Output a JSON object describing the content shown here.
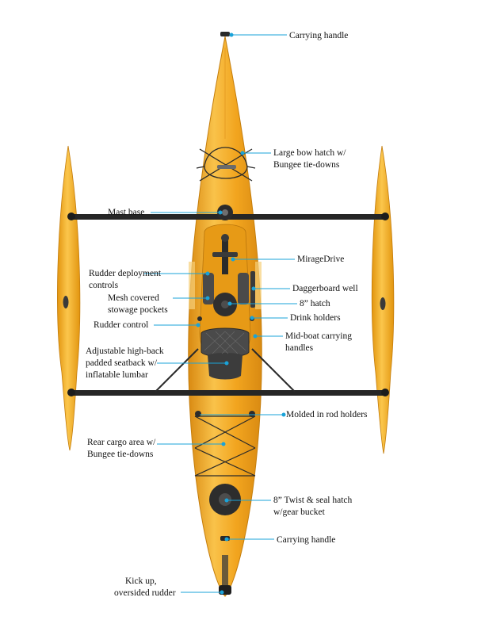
{
  "diagram": {
    "colors": {
      "hull": "#f2a51f",
      "hull_light": "#f9c24a",
      "hull_shadow": "#d98a12",
      "bar": "#2a2a2a",
      "leader": "#1aa3d9",
      "dark": "#2b2b2b"
    },
    "labels": {
      "carrying_handle_top": [
        "Carrying handle"
      ],
      "bow_hatch": [
        "Large bow hatch w/",
        "Bungee tie-downs"
      ],
      "mast_base": [
        "Mast base"
      ],
      "mirage_drive": [
        "MirageDrive"
      ],
      "rudder_deployment": [
        "Rudder deployment",
        "controls"
      ],
      "daggerboard_well": [
        "Daggerboard well"
      ],
      "mesh_pockets": [
        "Mesh covered",
        "stowage pockets"
      ],
      "eight_hatch": [
        "8” hatch"
      ],
      "drink_holders": [
        "Drink holders"
      ],
      "rudder_control": [
        "Rudder control"
      ],
      "mid_boat_handles": [
        "Mid-boat carrying",
        "handles"
      ],
      "seatback": [
        "Adjustable high-back",
        "padded seatback w/",
        "inflatable lumbar"
      ],
      "rod_holders": [
        "Molded in rod holders"
      ],
      "rear_cargo": [
        "Rear cargo area w/",
        "Bungee tie-downs"
      ],
      "twist_seal_hatch": [
        "8” Twist & seal hatch",
        "w/gear bucket"
      ],
      "carrying_handle_bottom": [
        "Carrying handle"
      ],
      "rudder": [
        "Kick up,",
        "oversided rudder"
      ]
    }
  }
}
